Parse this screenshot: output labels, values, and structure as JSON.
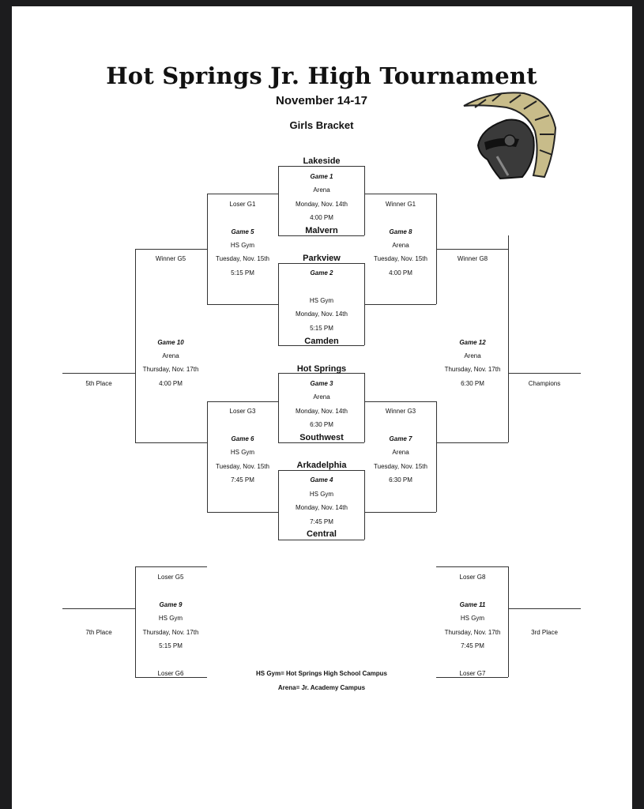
{
  "header": {
    "title": "Hot Springs Jr. High Tournament",
    "dates": "November 14-17",
    "bracket": "Girls Bracket"
  },
  "teams": {
    "lakeside": "Lakeside",
    "malvern": "Malvern",
    "parkview": "Parkview",
    "camden": "Camden",
    "hot_springs": "Hot Springs",
    "southwest": "Southwest",
    "arkadelphia": "Arkadelphia",
    "central": "Central"
  },
  "games": {
    "g1": {
      "name": "Game 1",
      "venue": "Arena",
      "date": "Monday, Nov. 14th",
      "time": "4:00 PM"
    },
    "g2": {
      "name": "Game 2",
      "venue": "HS Gym",
      "date": "Monday, Nov. 14th",
      "time": "5:15 PM"
    },
    "g3": {
      "name": "Game 3",
      "venue": "Arena",
      "date": "Monday, Nov. 14th",
      "time": "6:30 PM"
    },
    "g4": {
      "name": "Game 4",
      "venue": "HS Gym",
      "date": "Monday, Nov. 14th",
      "time": "7:45 PM"
    },
    "g5": {
      "name": "Game 5",
      "venue": "HS Gym",
      "date": "Tuesday, Nov. 15th",
      "time": "5:15 PM",
      "top": "Loser G1"
    },
    "g6": {
      "name": "Game 6",
      "venue": "HS Gym",
      "date": "Tuesday, Nov. 15th",
      "time": "7:45 PM",
      "top": "Loser G3"
    },
    "g7": {
      "name": "Game 7",
      "venue": "Arena",
      "date": "Tuesday, Nov. 15th",
      "time": "6:30 PM",
      "top": "Winner G3"
    },
    "g8": {
      "name": "Game 8",
      "venue": "Arena",
      "date": "Tuesday, Nov. 15th",
      "time": "4:00 PM",
      "top": "Winner G1"
    },
    "g9": {
      "name": "Game 9",
      "venue": "HS Gym",
      "date": "Thursday, Nov. 17th",
      "time": "5:15 PM",
      "top": "Loser G5",
      "bottom": "Loser G6",
      "place": "7th Place"
    },
    "g10": {
      "name": "Game 10",
      "venue": "Arena",
      "date": "Thursday, Nov. 17th",
      "time": "4:00 PM",
      "top": "Winner G5",
      "place": "5th Place"
    },
    "g11": {
      "name": "Game 11",
      "venue": "HS Gym",
      "date": "Thursday, Nov. 17th",
      "time": "7:45 PM",
      "top": "Loser G8",
      "bottom": "Loser G7",
      "place": "3rd Place"
    },
    "g12": {
      "name": "Game 12",
      "venue": "Arena",
      "date": "Thursday, Nov. 17th",
      "time": "6:30 PM",
      "top": "Winner G8",
      "place": "Champions"
    }
  },
  "legend": {
    "hs_gym": "HS Gym= Hot Springs High School Campus",
    "arena": "Arena= Jr. Academy Campus"
  },
  "colors": {
    "helmet_gold": "#c8bc8a",
    "helmet_dark": "#3a3a3a"
  }
}
